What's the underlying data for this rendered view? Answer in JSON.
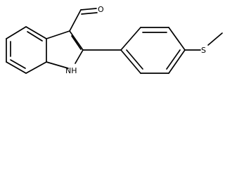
{
  "structure": {
    "atoms": {
      "oxygen": "O",
      "nh": "NH",
      "sulfur": "S"
    }
  },
  "colors": {
    "bond": "#000000",
    "background": "#ffffff"
  }
}
